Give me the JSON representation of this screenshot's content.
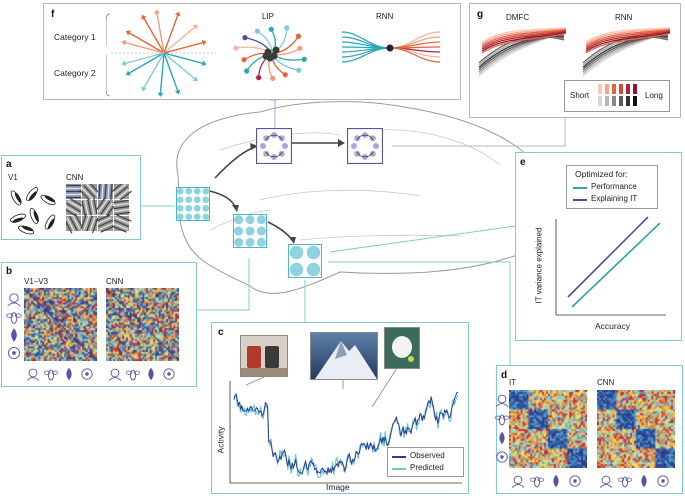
{
  "panels": {
    "a": {
      "label": "a",
      "v1_title": "V1",
      "cnn_title": "CNN"
    },
    "b": {
      "label": "b",
      "left_title": "V1–V3",
      "right_title": "CNN"
    },
    "c": {
      "label": "c",
      "ylabel": "Activity",
      "xlabel": "Image",
      "legend": [
        {
          "name": "Observed",
          "color": "#2c3e8f"
        },
        {
          "name": "Predicted",
          "color": "#6cc6d6"
        }
      ]
    },
    "d": {
      "label": "d",
      "left_title": "IT",
      "right_title": "CNN"
    },
    "e": {
      "label": "e",
      "legend_title": "Optimized for:",
      "legend": [
        {
          "name": "Performance",
          "color": "#2aa6a6"
        },
        {
          "name": "Explaining IT",
          "color": "#4a4fa0"
        }
      ],
      "ylabel": "IT variance explained",
      "xlabel": "Accuracy"
    },
    "f": {
      "label": "f",
      "category1": "Category 1",
      "category2": "Category 2",
      "lip_title": "LIP",
      "rnn_title": "RNN"
    },
    "g": {
      "label": "g",
      "dmfc_title": "DMFC",
      "rnn_title": "RNN",
      "short_label": "Short",
      "long_label": "Long"
    }
  },
  "colors": {
    "teal": "#7fcad6",
    "lavender": "#a9a6dc",
    "purple": "#5a53a4",
    "orange": "#e4633a",
    "red": "#b0243a",
    "brain_outline": "#9a9a9a"
  },
  "icons": [
    "face-icon",
    "bee-icon",
    "leaf-icon",
    "soccer-ball-icon"
  ]
}
